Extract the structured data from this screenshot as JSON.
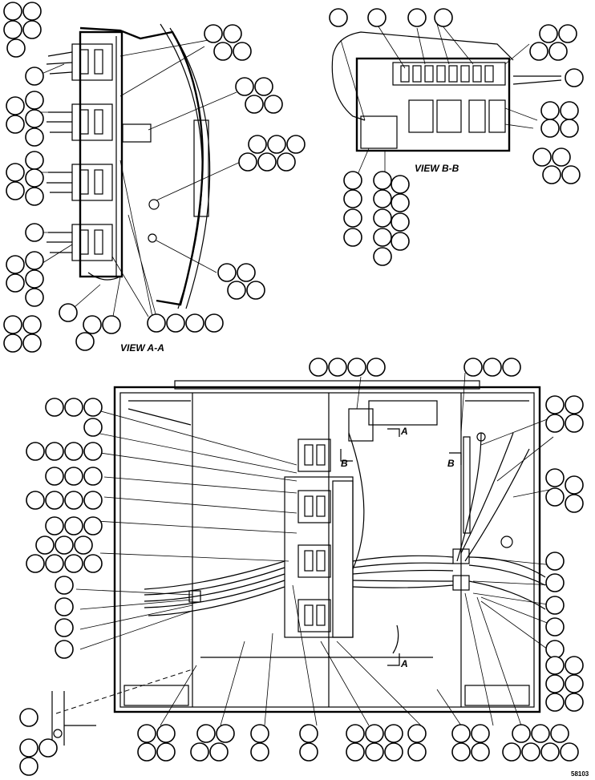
{
  "view_labels": {
    "view_aa": "VIEW A-A",
    "view_bb": "VIEW B-B"
  },
  "section_markers": {
    "a_upper": "A",
    "a_lower": "A",
    "b_left": "B",
    "b_right": "B"
  },
  "figure_number": "58103"
}
